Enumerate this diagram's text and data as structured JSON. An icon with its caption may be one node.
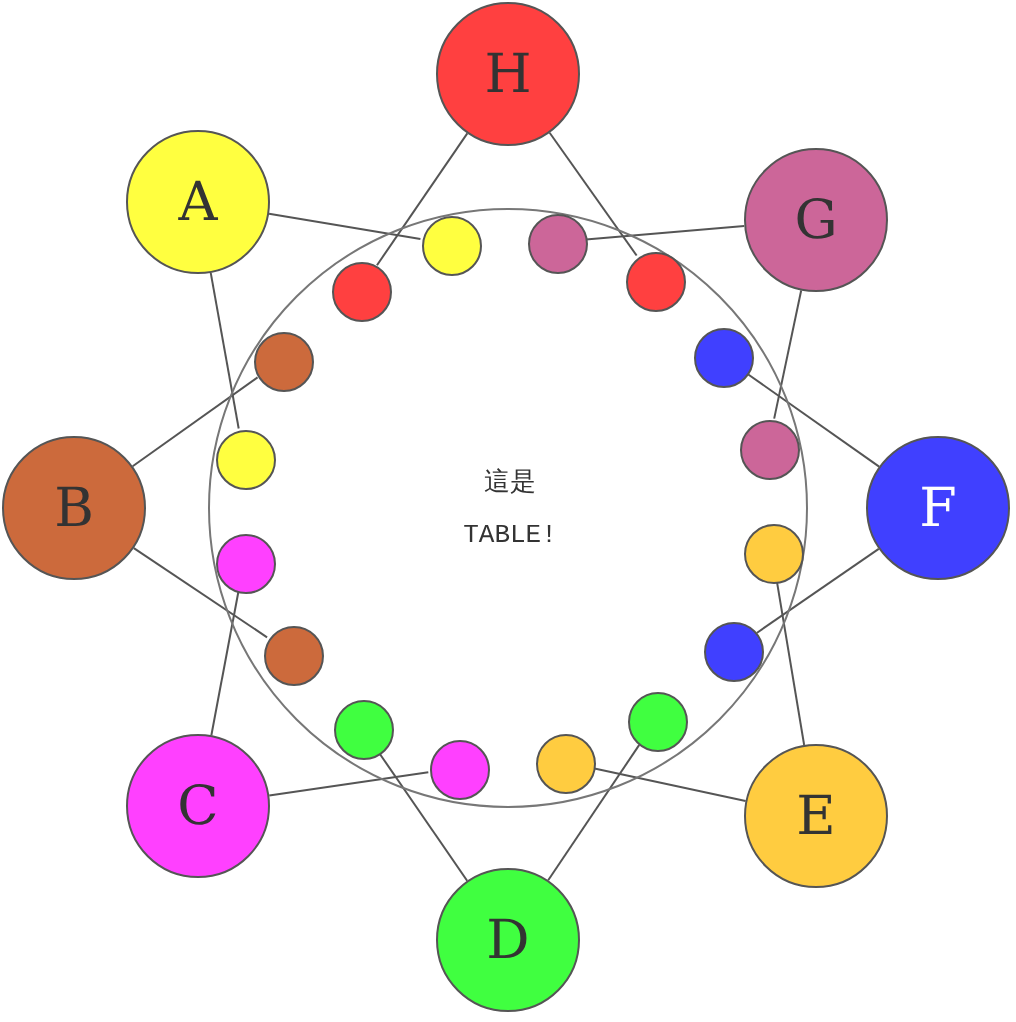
{
  "diagram": {
    "nodes": [
      {
        "text": [
          "H"
        ]
      },
      {
        "text": [
          "A"
        ]
      },
      {
        "text": [
          "G"
        ]
      },
      {
        "text": [
          "B"
        ]
      },
      {
        "text": [
          "F"
        ]
      },
      {
        "text": [
          "C"
        ]
      },
      {
        "text": [
          "E"
        ]
      },
      {
        "text": [
          "D"
        ]
      },
      {
        "text": [
          "這是 TABLE!"
        ]
      },
      {
        "text": [],
        "shape": "circle",
        "in": 8
      },
      {
        "text": [],
        "shape": "circle",
        "in": 8
      },
      {
        "text": [],
        "shape": "circle",
        "in": 8
      },
      {
        "text": [],
        "shape": "circle",
        "in": 8
      },
      {
        "text": [],
        "shape": "circle",
        "in": 8
      },
      {
        "text": [],
        "shape": "circle",
        "in": 8
      },
      {
        "text": [],
        "shape": "circle",
        "in": 8
      },
      {
        "text": [],
        "shape": "circle",
        "in": 8
      },
      {
        "text": [],
        "shape": "circle",
        "in": 8
      },
      {
        "text": [],
        "shape": "circle",
        "in": 8
      },
      {
        "text": [],
        "shape": "circle",
        "in": 8
      },
      {
        "text": [],
        "shape": "circle",
        "in": 8
      },
      {
        "text": [],
        "shape": "circle",
        "in": 8
      },
      {
        "text": [],
        "shape": "circle",
        "in": 8
      },
      {
        "text": [],
        "shape": "circle",
        "in": 8
      },
      {
        "text": [],
        "shape": "circle",
        "in": 8
      }
    ],
    "edges": [
      {
        "from": 0,
        "to": 11,
        "arrow": "none"
      },
      {
        "from": 0,
        "to": 12,
        "arrow": "none"
      },
      {
        "from": 1,
        "to": 10,
        "arrow": "none"
      },
      {
        "from": 1,
        "to": 16,
        "arrow": "none"
      },
      {
        "from": 2,
        "to": 9,
        "arrow": "none"
      },
      {
        "from": 2,
        "to": 15,
        "arrow": "none"
      },
      {
        "from": 3,
        "to": 14,
        "arrow": "none"
      },
      {
        "from": 3,
        "to": 20,
        "arrow": "none"
      },
      {
        "from": 4,
        "to": 13,
        "arrow": "none"
      },
      {
        "from": 4,
        "to": 19,
        "arrow": "none"
      },
      {
        "from": 5,
        "to": 18,
        "arrow": "none"
      },
      {
        "from": 5,
        "to": 24,
        "arrow": "none"
      },
      {
        "from": 6,
        "to": 17,
        "arrow": "none"
      },
      {
        "from": 6,
        "to": 23,
        "arrow": "none"
      },
      {
        "from": 7,
        "to": 21,
        "arrow": "none"
      },
      {
        "from": 7,
        "to": 22,
        "arrow": "none"
      }
    ]
  }
}
